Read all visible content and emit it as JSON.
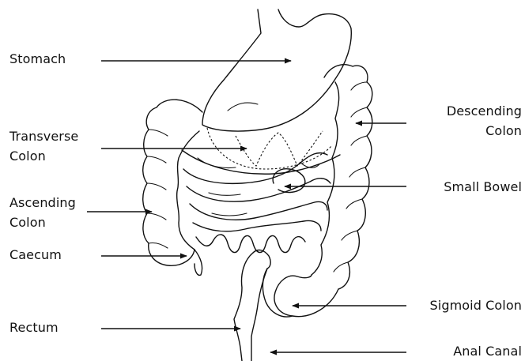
{
  "labels": {
    "stomach": "Stomach",
    "transverse_colon": [
      "Transverse",
      "Colon"
    ],
    "ascending_colon": [
      "Ascending",
      "Colon"
    ],
    "caecum": "Caecum",
    "rectum": "Rectum",
    "descending_colon": [
      "Descending",
      "Colon"
    ],
    "small_bowel": "Small Bowel",
    "sigmoid_colon": "Sigmoid Colon",
    "anal_canal": "Anal Canal"
  }
}
